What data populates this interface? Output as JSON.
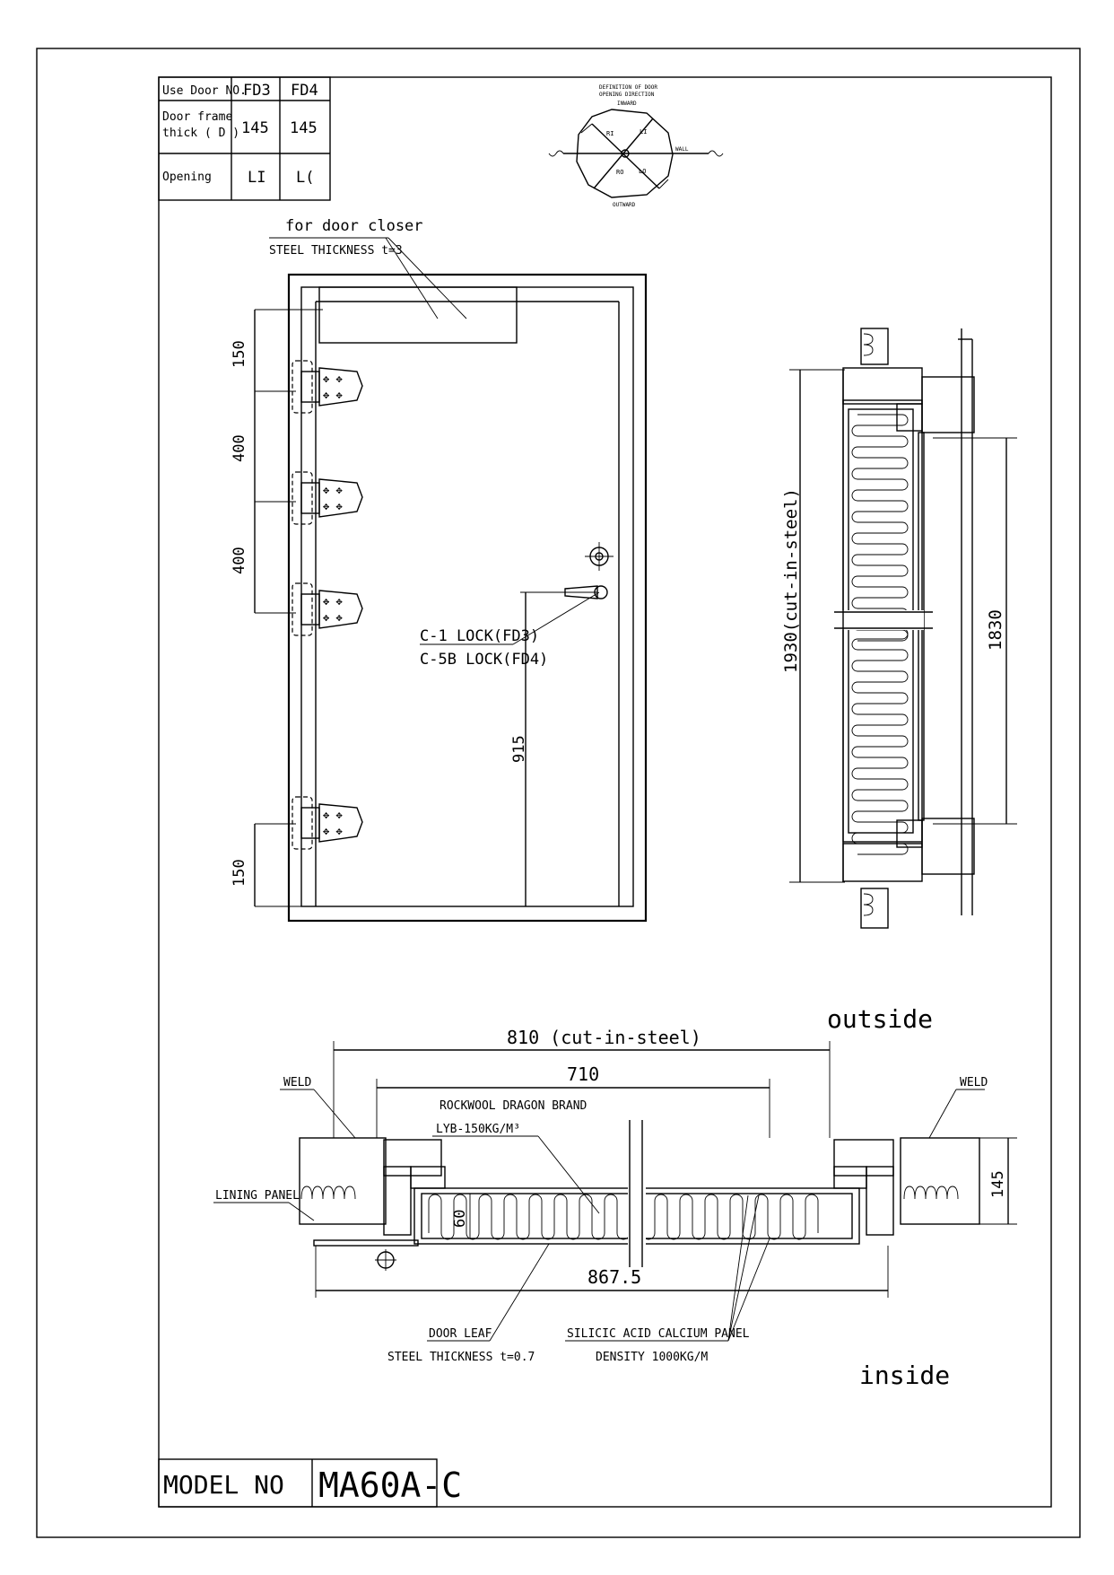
{
  "table": {
    "header_label": "Use Door NO.",
    "col1": "FD3",
    "col2": "FD4",
    "frame_label_line1": "Door frame",
    "frame_label_line2": "thick ( D )",
    "frame_col1": "145",
    "frame_col2": "145",
    "opening_label": "Opening",
    "opening_col1": "LI",
    "opening_col2": "L("
  },
  "direction_diagram": {
    "title_line1": "DEFINITION OF DOOR",
    "title_line2": "OPENING DIRECTION",
    "inward": "INWARD",
    "outward": "OUTWARD",
    "wall": "WALL",
    "q_li": "LI",
    "q_ri": "RI",
    "q_ro": "RO",
    "q_lo": "LO"
  },
  "elevation": {
    "closer_label": "for door closer",
    "steel_label": "STEEL THICKNESS t=3",
    "dim_top": "150",
    "dim_mid1": "400",
    "dim_mid2": "400",
    "dim_bottom": "150",
    "lock_line1": "C-1 LOCK(FD3)",
    "lock_line2": "C-5B LOCK(FD4)",
    "lock_height": "915"
  },
  "section_vertical": {
    "height_cut": "1930(cut-in-steel)",
    "height_clear": "1830"
  },
  "section_horizontal": {
    "outside": "outside",
    "inside": "inside",
    "width_cut": "810 (cut-in-steel)",
    "width_clear": "710",
    "width_overall": "867.5",
    "weld_left": "WELD",
    "weld_right": "WELD",
    "rockwool_line1": "ROCKWOOL DRAGON BRAND",
    "rockwool_line2": "LYB-150KG/M³",
    "lining": "LINING PANEL",
    "leaf_line1": "DOOR LEAF",
    "leaf_line2": "STEEL THICKNESS t=0.7",
    "panel_line1": "SILICIC ACID CALCIUM PANEL",
    "panel_line2": "DENSITY 1000KG/M",
    "core_thickness": "60",
    "frame_depth": "145"
  },
  "title_block": {
    "model_label": "MODEL NO",
    "model_value": "MA60A-C"
  }
}
